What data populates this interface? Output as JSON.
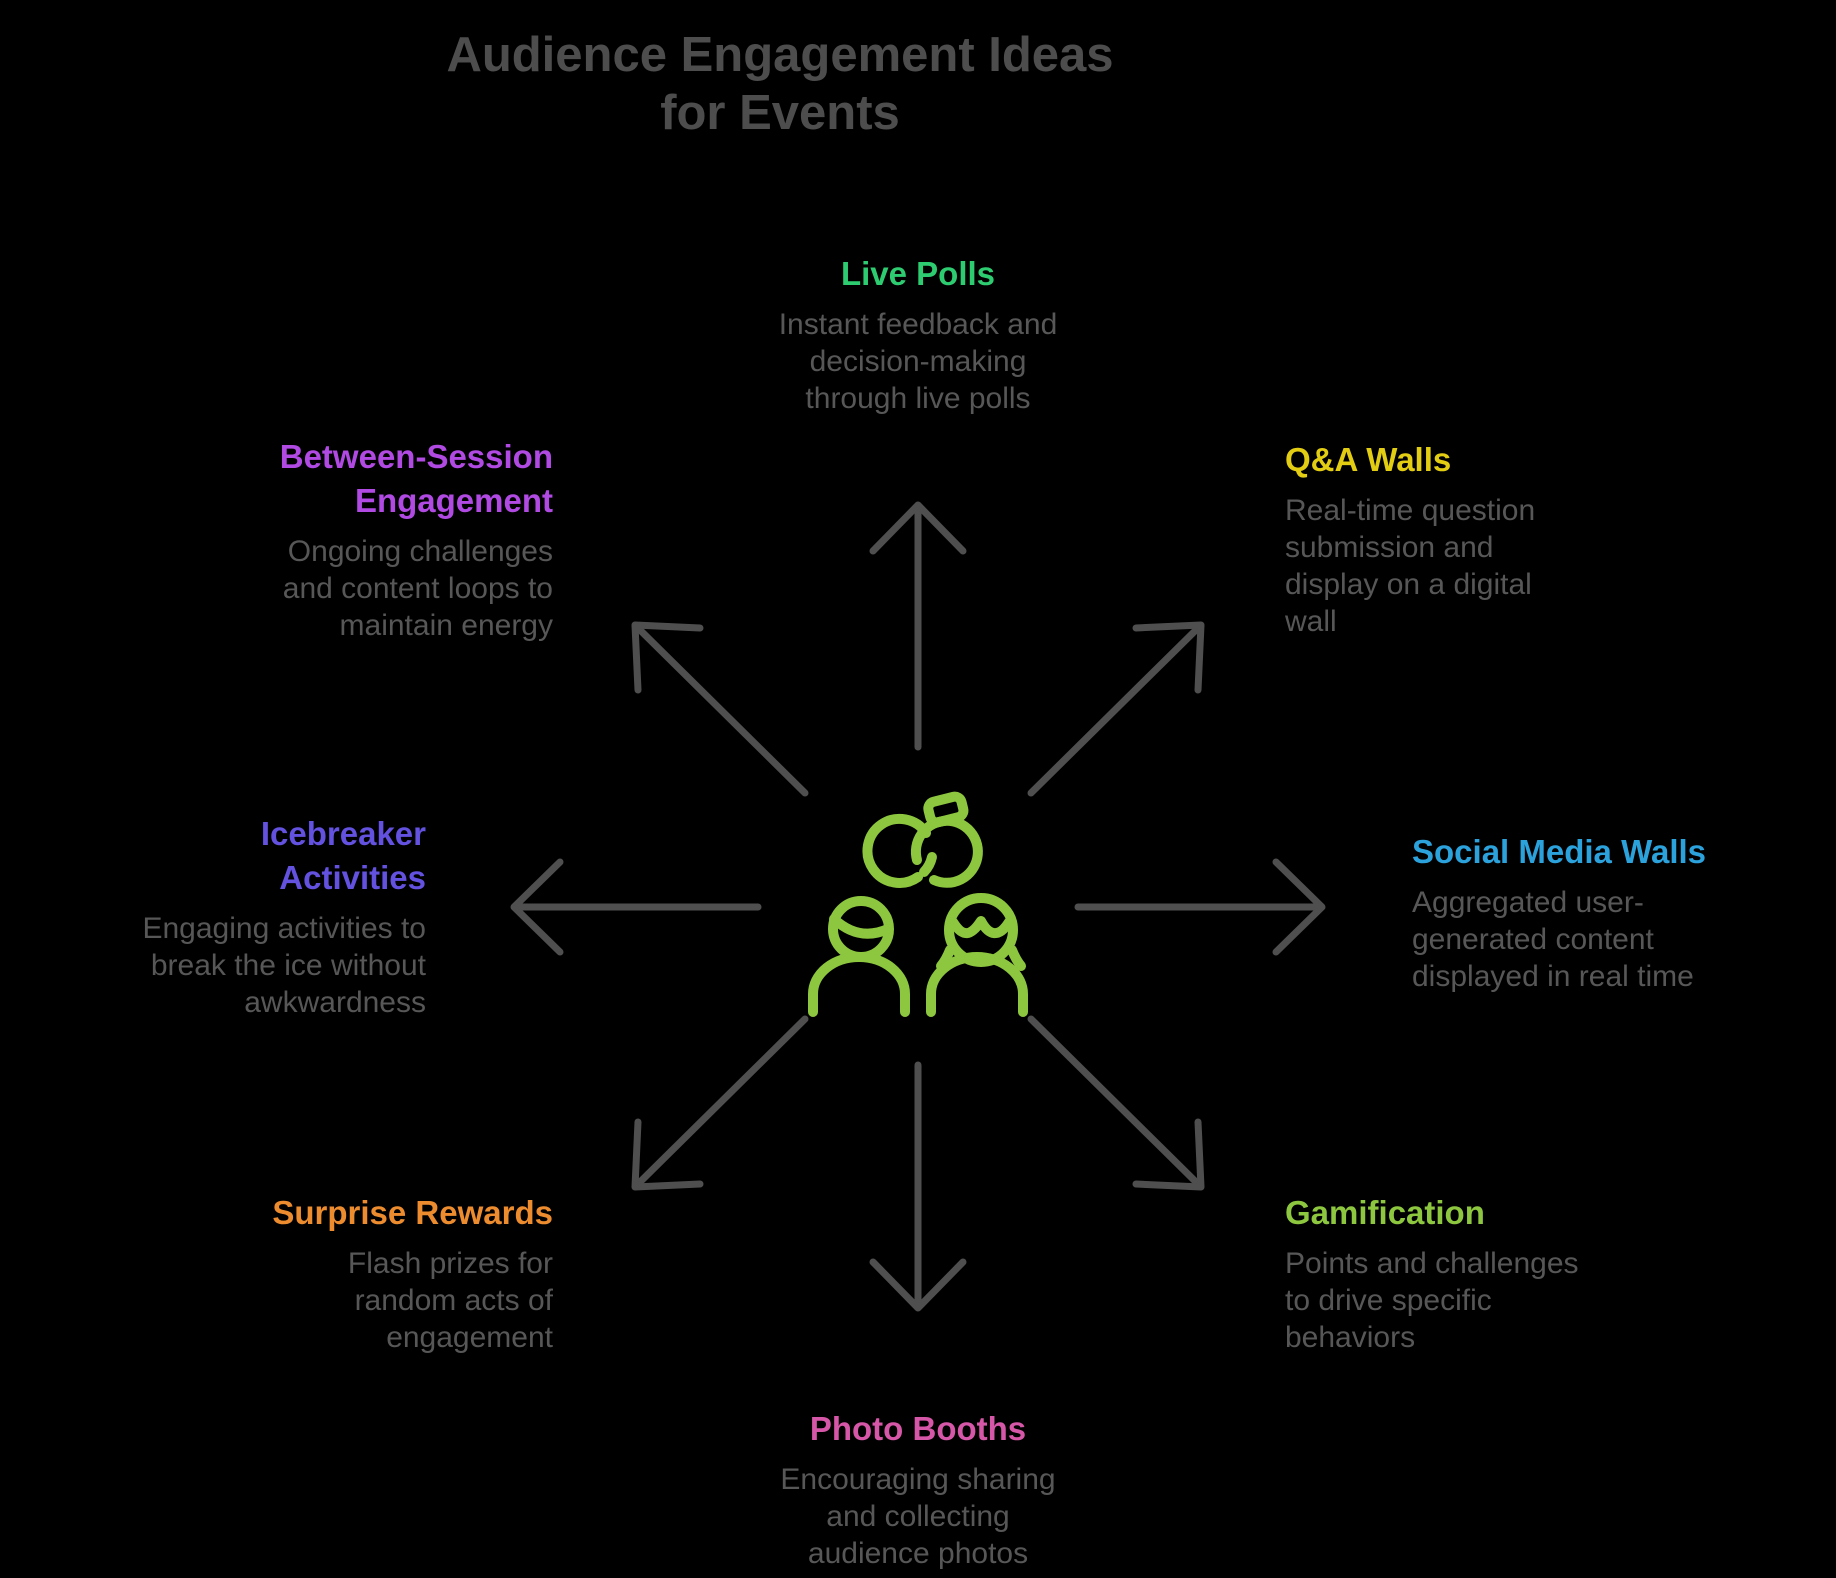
{
  "title": {
    "text": "Audience Engagement Ideas\nfor Events"
  },
  "colors": {
    "background": "#000000",
    "title": "#4d4d4d",
    "description": "#575757",
    "arrow": "#4f4f4f",
    "center_icon": "#8dc63f"
  },
  "center_icon": {
    "name": "engagement-rings-and-audience-couple"
  },
  "nodes": [
    {
      "id": "live-polls",
      "label": "Live Polls",
      "color": "#2ecc71",
      "description": "Instant feedback and\ndecision-making\nthrough live polls"
    },
    {
      "id": "qa-walls",
      "label": "Q&A Walls",
      "color": "#e2cd13",
      "description": "Real-time question\nsubmission and\ndisplay on a digital\nwall"
    },
    {
      "id": "social-media-walls",
      "label": "Social Media Walls",
      "color": "#2ca2dc",
      "description": "Aggregated user-\ngenerated content\ndisplayed in real time"
    },
    {
      "id": "gamification",
      "label": "Gamification",
      "color": "#8dc63f",
      "description": "Points and challenges\nto drive specific\nbehaviors"
    },
    {
      "id": "photo-booths",
      "label": "Photo Booths",
      "color": "#d657a8",
      "description": "Encouraging sharing\nand collecting\naudience photos"
    },
    {
      "id": "surprise-rewards",
      "label": "Surprise Rewards",
      "color": "#ec8c2f",
      "description": "Flash prizes for\nrandom acts of\nengagement"
    },
    {
      "id": "icebreaker-activities",
      "label": "Icebreaker\nActivities",
      "color": "#6351e0",
      "description": "Engaging activities to\nbreak the ice without\nawkwardness"
    },
    {
      "id": "between-session-engagement",
      "label": "Between-Session\nEngagement",
      "color": "#b04ae3",
      "description": "Ongoing challenges\nand content loops to\nmaintain energy"
    }
  ]
}
